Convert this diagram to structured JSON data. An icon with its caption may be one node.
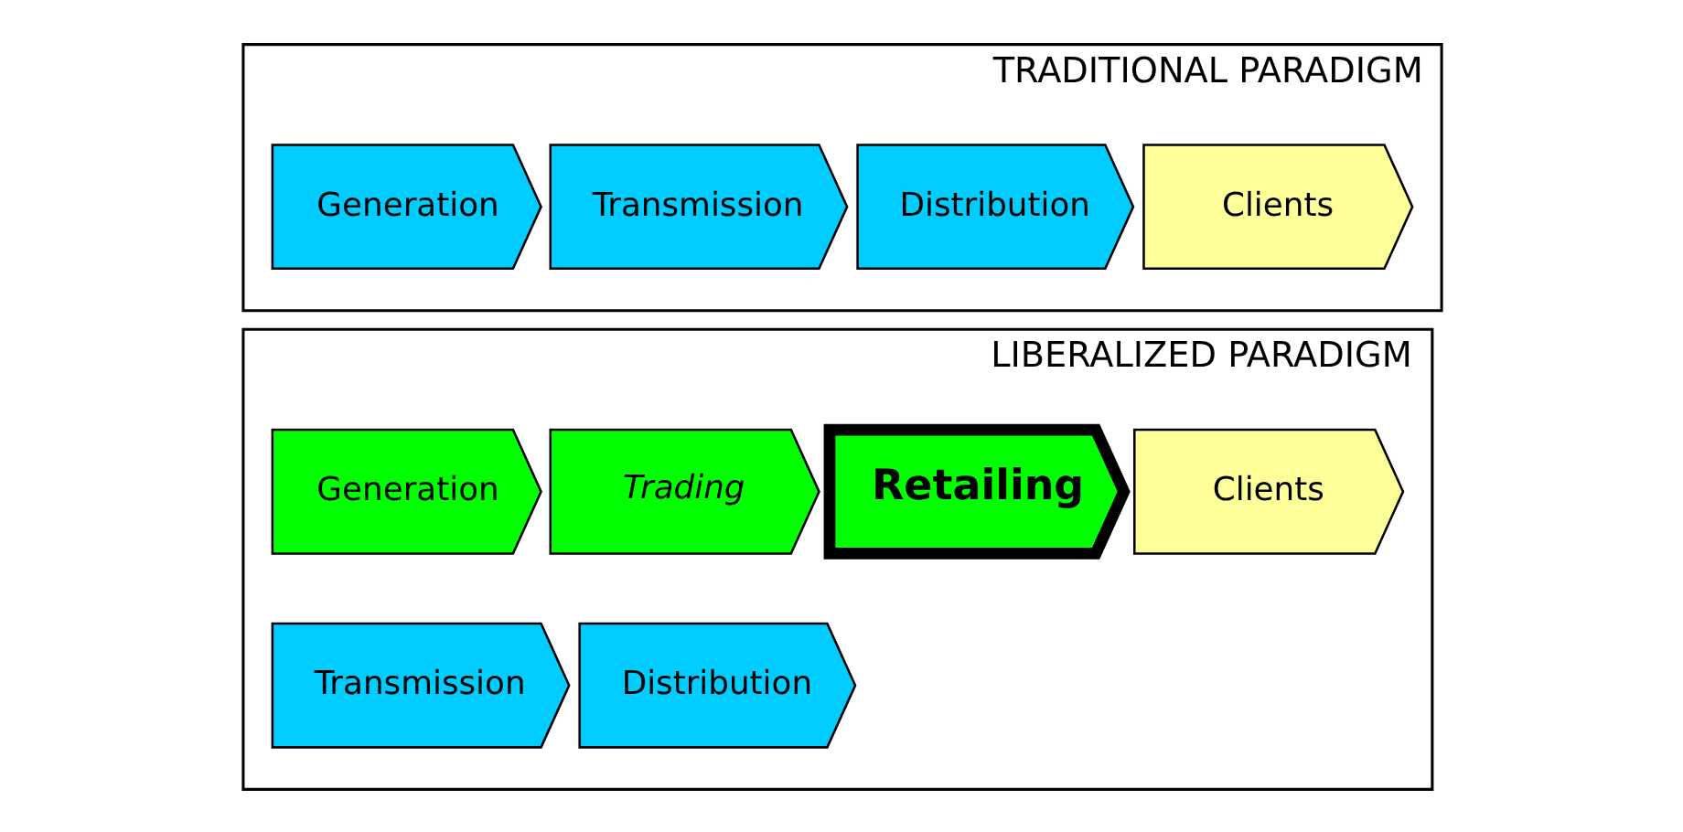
{
  "diagram": {
    "nodes": [
      {
        "text": [
          "TRADITIONAL PARADIGM"
        ]
      },
      {
        "text": [
          "Generation"
        ],
        "in": 0
      },
      {
        "text": [
          "Transmission"
        ],
        "in": 0
      },
      {
        "text": [
          "Distribution"
        ],
        "in": 0
      },
      {
        "text": [
          "Clients"
        ],
        "in": 0
      },
      {
        "text": [
          "LIBERALIZED PARADIGM"
        ]
      },
      {
        "text": [
          "Generation"
        ],
        "in": 5
      },
      {
        "text": [
          "Trading"
        ],
        "in": 5
      },
      {
        "text": [
          "Retailing"
        ],
        "in": 5
      },
      {
        "text": [
          "Clients"
        ],
        "in": 5
      },
      {
        "text": [
          "Transmission"
        ],
        "in": 5
      },
      {
        "text": [
          "Distribution"
        ],
        "in": 5
      }
    ]
  }
}
